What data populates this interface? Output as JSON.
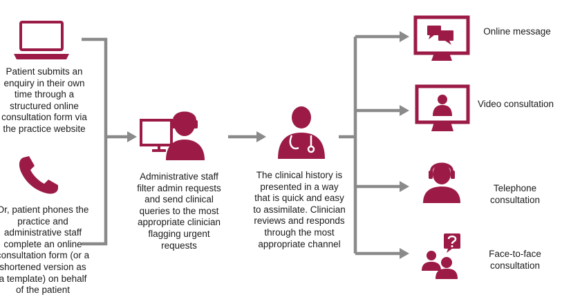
{
  "colors": {
    "accent": "#9b1b46",
    "connector": "#8a8a8a",
    "text": "#1a1a1a"
  },
  "inputs": {
    "online": {
      "icon": "laptop-icon",
      "lines": [
        "Patient submits an",
        "enquiry in their own",
        "time through a",
        "structured online",
        "consultation form via",
        "the practice website"
      ]
    },
    "phone": {
      "icon": "telephone-handset-icon",
      "lines": [
        "Or, patient phones the",
        "practice and",
        "administrative staff",
        "complete an online",
        "consultation form (or a",
        "shortened version as",
        "a template) on behalf",
        "of the patient"
      ]
    }
  },
  "admin": {
    "icon": "admin-staff-headset-computer-icon",
    "lines": [
      "Administrative staff",
      "filter admin requests",
      "and send clinical",
      "queries to the most",
      "appropriate clinician",
      "flagging urgent",
      "requests"
    ]
  },
  "clinician": {
    "icon": "clinician-stethoscope-icon",
    "lines": [
      "The clinical history is",
      "presented in a way",
      "that is quick and easy",
      "to assimilate. Clinician",
      "reviews and responds",
      "through the most",
      "appropriate channel"
    ]
  },
  "outputs": [
    {
      "id": "online-message",
      "label": "Online message",
      "icon": "monitor-chat-bubbles-icon"
    },
    {
      "id": "video-consultation",
      "label": "Video consultation",
      "icon": "monitor-doctor-icon"
    },
    {
      "id": "telephone-consultation",
      "label": "Telephone consultation",
      "lines": [
        "Telephone",
        "consultation"
      ],
      "icon": "person-headset-icon"
    },
    {
      "id": "face-to-face-consultation",
      "label": "Face-to-face consultation",
      "lines": [
        "Face-to-face",
        "consultation"
      ],
      "icon": "people-question-icon"
    }
  ]
}
